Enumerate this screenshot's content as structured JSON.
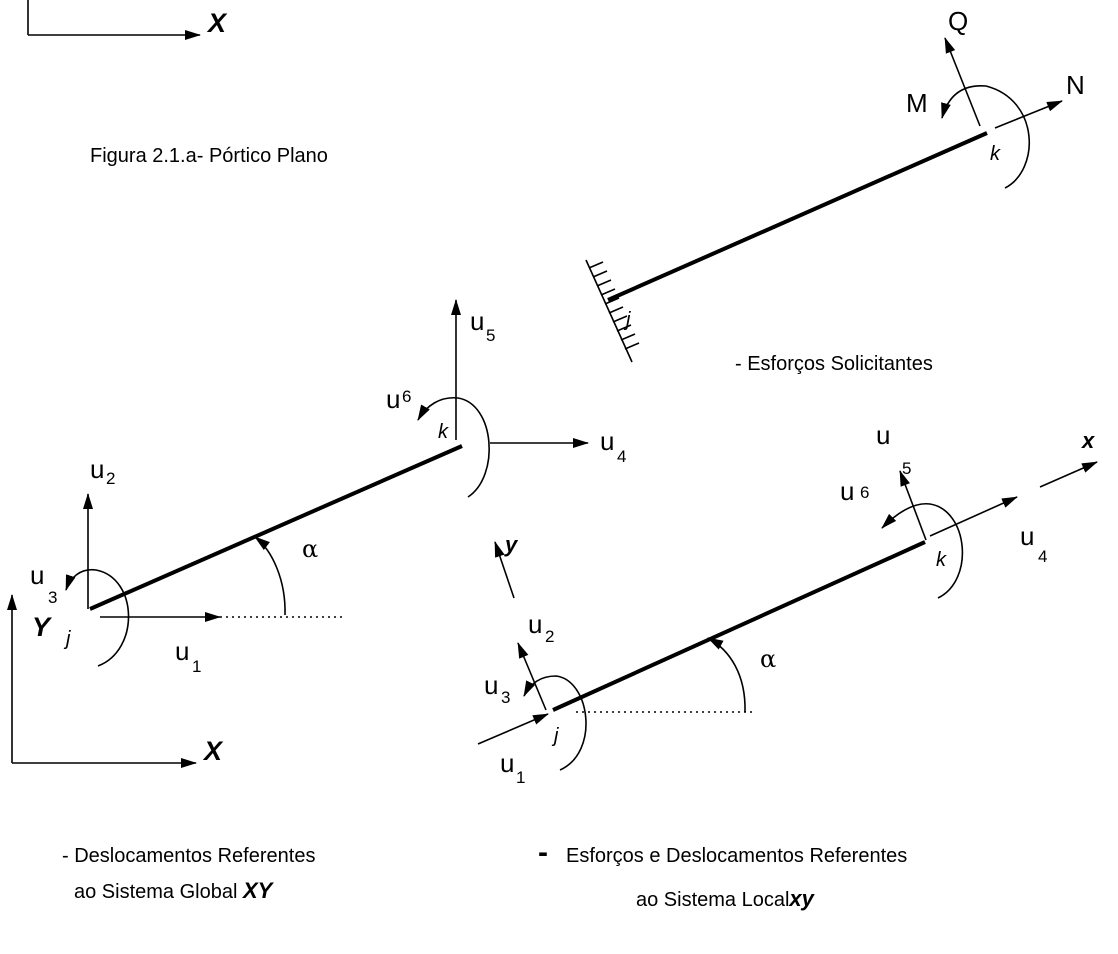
{
  "caption": "Figura 2.1.a-  Pórtico Plano",
  "top_axis": {
    "x_label": "X"
  },
  "solicitantes": {
    "q_label": "Q",
    "m_label": "M",
    "n_label": "N",
    "node_k": "k",
    "node_j": "j",
    "caption": "- Esforços Solicitantes"
  },
  "global": {
    "u1": "u",
    "u1_sub": "1",
    "u2": "u",
    "u2_sub": "2",
    "u3": "u",
    "u3_sub": "3",
    "u4": "u",
    "u4_sub": "4",
    "u5": "u",
    "u5_sub": "5",
    "u6": "u",
    "u6_sub": "6",
    "node_j": "j",
    "node_k": "k",
    "alpha": "α",
    "y_axis": "Y",
    "x_axis": "X",
    "caption_line1": "- Deslocamentos Referentes",
    "caption_line2_prefix": "ao Sistema Global ",
    "caption_line2_bold": "XY"
  },
  "local": {
    "u1": "u",
    "u1_sub": "1",
    "u2": "u",
    "u2_sub": "2",
    "u3": "u",
    "u3_sub": "3",
    "u4": "u",
    "u4_sub": "4",
    "u5": "u",
    "u5_sub": "5",
    "u6": "u",
    "u6_sub": "6",
    "node_j": "j",
    "node_k": "k",
    "alpha": "α",
    "y_axis": "y",
    "x_axis": "x",
    "caption_dash": "-",
    "caption_line1": "Esforços e Deslocamentos Referentes",
    "caption_line2_prefix": "ao Sistema Local",
    "caption_line2_bold": "xy"
  }
}
